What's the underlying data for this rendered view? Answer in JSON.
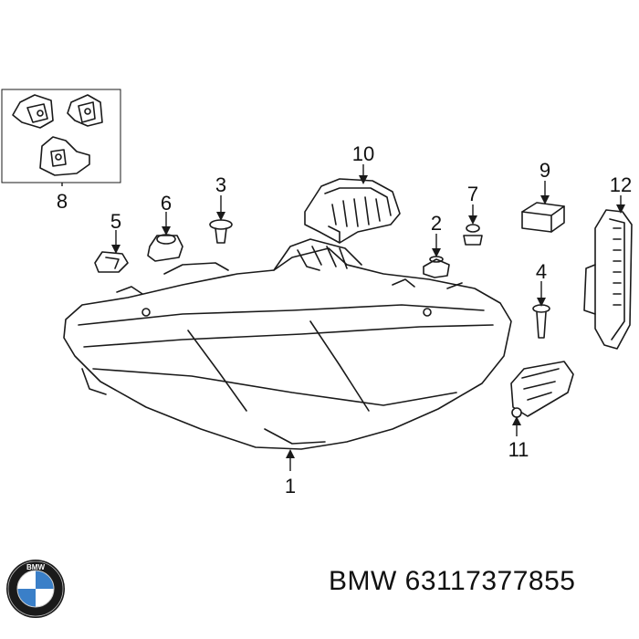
{
  "diagram": {
    "callouts": [
      {
        "id": "1",
        "label": "1"
      },
      {
        "id": "2",
        "label": "2"
      },
      {
        "id": "3",
        "label": "3"
      },
      {
        "id": "4",
        "label": "4"
      },
      {
        "id": "5",
        "label": "5"
      },
      {
        "id": "6",
        "label": "6"
      },
      {
        "id": "7",
        "label": "7"
      },
      {
        "id": "8",
        "label": "8"
      },
      {
        "id": "9",
        "label": "9"
      },
      {
        "id": "10",
        "label": "10"
      },
      {
        "id": "11",
        "label": "11"
      },
      {
        "id": "12",
        "label": "12"
      }
    ]
  },
  "footer": {
    "caption": "BMW 63117377855",
    "logo_text": "BMW",
    "logo_colors": {
      "ring": "#1a1a1a",
      "blue": "#3a7fc8",
      "white": "#ffffff"
    }
  }
}
